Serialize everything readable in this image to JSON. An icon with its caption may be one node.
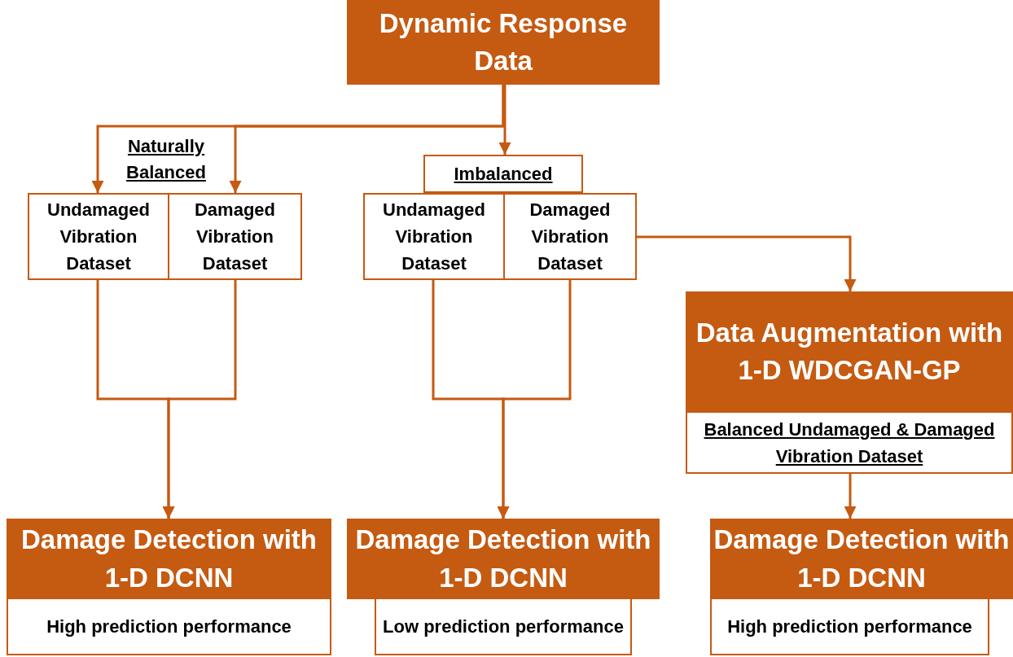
{
  "diagram": {
    "nodes": [
      {
        "text": [
          "Dynamic Response Data"
        ]
      },
      {
        "text": [
          "Imbalanced"
        ]
      },
      {
        "text": [
          "Undamaged Vibration Dataset"
        ]
      },
      {
        "text": [
          "Damaged Vibration Dataset"
        ]
      },
      {
        "text": [
          "Undamaged Vibration Dataset"
        ]
      },
      {
        "text": [
          "Damaged Vibration Dataset"
        ]
      },
      {
        "text": [
          "Data Augmentation with 1-D WDCGAN-GP"
        ]
      },
      {
        "text": [
          "Balanced Undamaged & Damaged Vibration Dataset"
        ]
      },
      {
        "text": [
          "Damage Detection with 1-D DCNN"
        ]
      },
      {
        "text": [
          "Damage Detection with 1-D DCNN"
        ]
      },
      {
        "text": [
          "Damage Detection with 1-D DCNN"
        ]
      },
      {
        "text": [
          "High prediction performance"
        ]
      },
      {
        "text": [
          "Low prediction performance"
        ]
      },
      {
        "text": [
          "High prediction performance"
        ]
      }
    ],
    "edges": [
      {
        "from": 0,
        "to": 2,
        "arrow": "to"
      },
      {
        "from": 0,
        "to": 3,
        "arrow": "to"
      },
      {
        "from": 0,
        "to": 1,
        "arrow": "to"
      },
      {
        "from": 2,
        "to": 8,
        "arrow": "to"
      },
      {
        "from": 3,
        "to": 8,
        "arrow": "to"
      },
      {
        "from": 4,
        "to": 9,
        "arrow": "to"
      },
      {
        "from": 5,
        "to": 9,
        "arrow": "to"
      },
      {
        "from": 5,
        "to": 6,
        "arrow": "to"
      },
      {
        "from": 7,
        "to": 10,
        "arrow": "to"
      }
    ],
    "labels": [
      "Naturally Balanced"
    ]
  }
}
